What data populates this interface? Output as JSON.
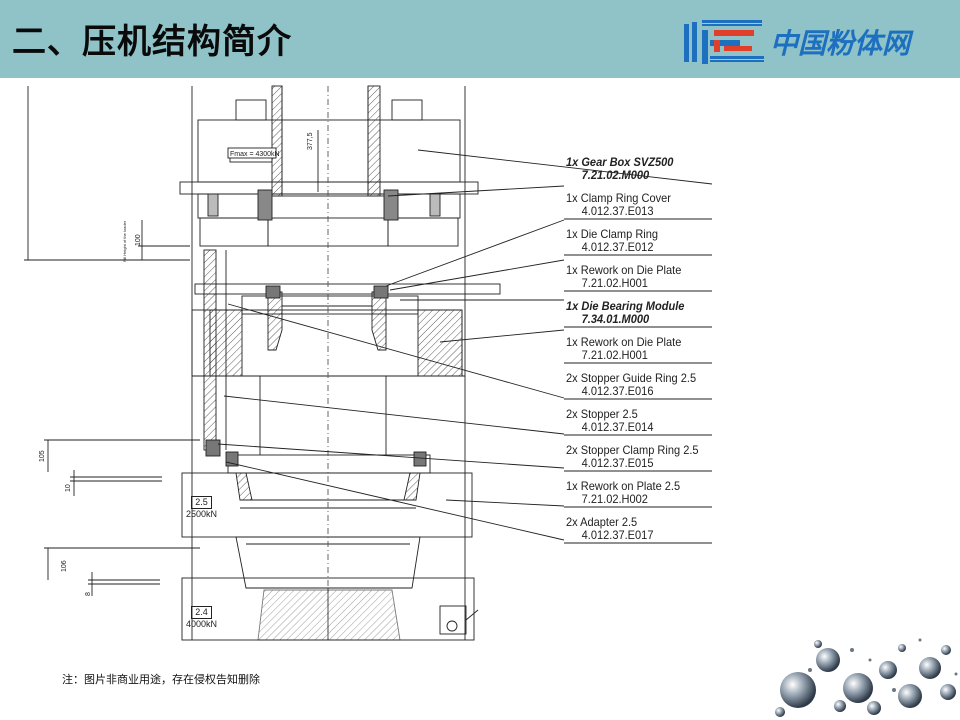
{
  "header": {
    "title": "二、压机结构简介",
    "logo_text": "中国粉体网"
  },
  "drawing": {
    "dimensions": {
      "fmax": "Fmax = 4300kN",
      "d3775": "377,5",
      "d100": "100",
      "d105": "105",
      "d10": "10",
      "d106": "106",
      "d8": "8",
      "side_note": "Fill Height of the loader"
    },
    "force_boxes": [
      {
        "num": "2.5",
        "force": "2500kN"
      },
      {
        "num": "2.4",
        "force": "4000kN"
      }
    ],
    "callouts": [
      {
        "name": "1x Gear Box SVZ500",
        "pn": "7.21.02.M000",
        "bold": true
      },
      {
        "name": "1x Clamp Ring Cover",
        "pn": "4.012.37.E013",
        "bold": false
      },
      {
        "name": "1x Die Clamp Ring",
        "pn": "4.012.37.E012",
        "bold": false
      },
      {
        "name": "1x Rework on Die Plate",
        "pn": "7.21.02.H001",
        "bold": false
      },
      {
        "name": "1x Die Bearing Module",
        "pn": "7.34.01.M000",
        "bold": true
      },
      {
        "name": "1x Rework on Die Plate",
        "pn": "7.21.02.H001",
        "bold": false
      },
      {
        "name": "2x Stopper Guide Ring 2.5",
        "pn": "4.012.37.E016",
        "bold": false
      },
      {
        "name": "2x Stopper 2.5",
        "pn": "4.012.37.E014",
        "bold": false
      },
      {
        "name": "2x Stopper Clamp Ring 2.5",
        "pn": "4.012.37.E015",
        "bold": false
      },
      {
        "name": "1x Rework on Plate 2.5",
        "pn": "7.21.02.H002",
        "bold": false
      },
      {
        "name": "2x Adapter 2.5",
        "pn": "4.012.37.E017",
        "bold": false
      }
    ]
  },
  "footer": {
    "note": "注：图片非商业用途，存在侵权告知删除"
  }
}
